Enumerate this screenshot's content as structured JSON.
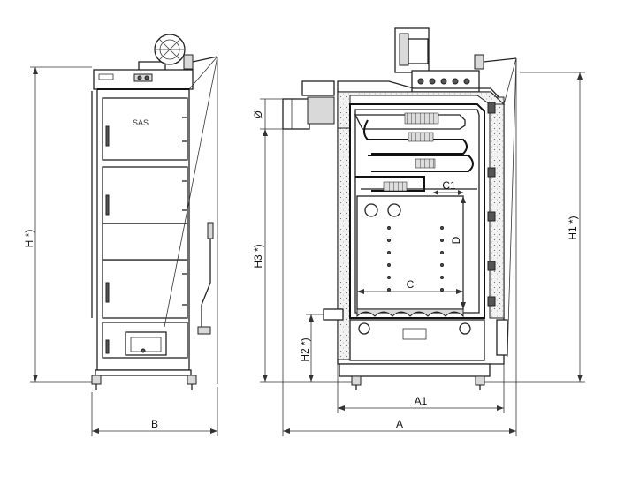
{
  "logo": "SAS",
  "dimensions": {
    "H": "H *)",
    "H1": "H1 *)",
    "H2": "H2 *)",
    "H3": "H3 *)",
    "A": "A",
    "A1": "A1",
    "B": "B",
    "C": "C",
    "C1": "C1",
    "D": "D",
    "diameter": "Ø"
  }
}
